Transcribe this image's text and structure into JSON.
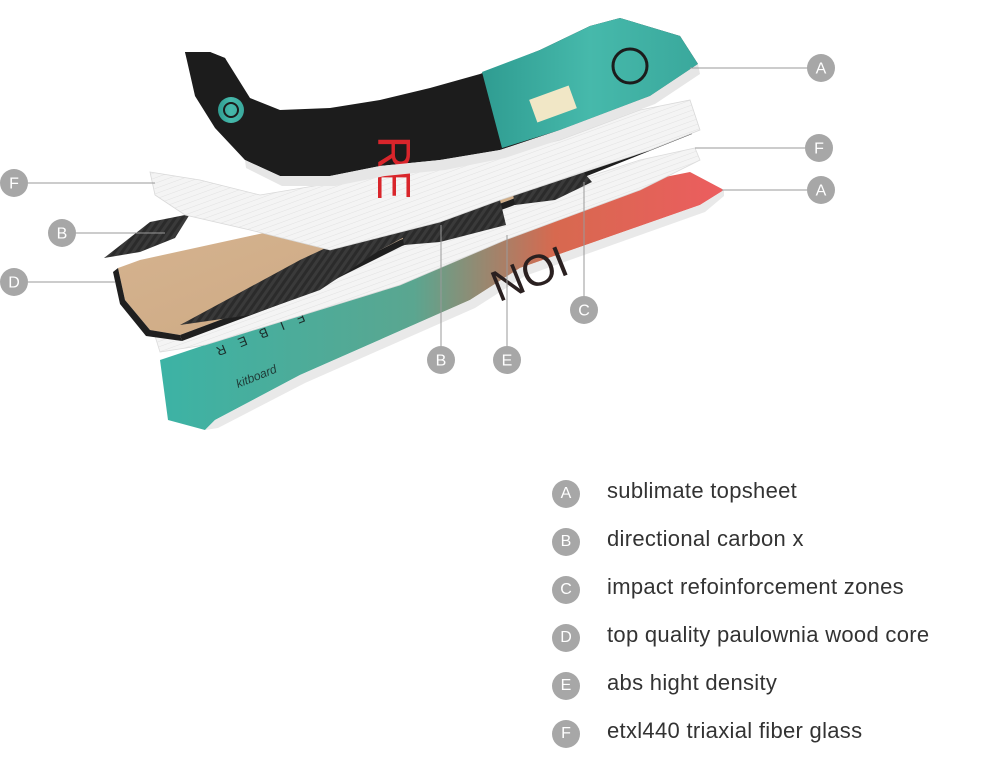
{
  "callouts": {
    "top_topsheet": "A",
    "top_fiberglass": "F",
    "bottom_topsheet": "A",
    "left_fiberglass": "F",
    "left_carbon": "B",
    "left_woodcore": "D",
    "reinforcement": "C",
    "bottom_carbon": "B",
    "abs": "E"
  },
  "board_graphics": {
    "top_letters": "RE",
    "bottom_letters": "FIBER",
    "bottom_brand": "ION",
    "bottom_model": "kitboard"
  },
  "legend": [
    {
      "letter": "A",
      "label": "sublimate topsheet"
    },
    {
      "letter": "B",
      "label": "directional carbon x"
    },
    {
      "letter": "C",
      "label": "impact refoinforcement zones"
    },
    {
      "letter": "D",
      "label": "top quality paulownia  wood core"
    },
    {
      "letter": "E",
      "label": "abs hight density"
    },
    {
      "letter": "F",
      "label": "etxl440 triaxial fiber glass"
    }
  ],
  "colors": {
    "teal": "#3fb3a6",
    "coral": "#e8575a",
    "wood": "#d8b48c",
    "carbon": "#2a2a2a",
    "fiberglass": "#f2f2f2",
    "callout_gray": "#a7a7a7"
  }
}
